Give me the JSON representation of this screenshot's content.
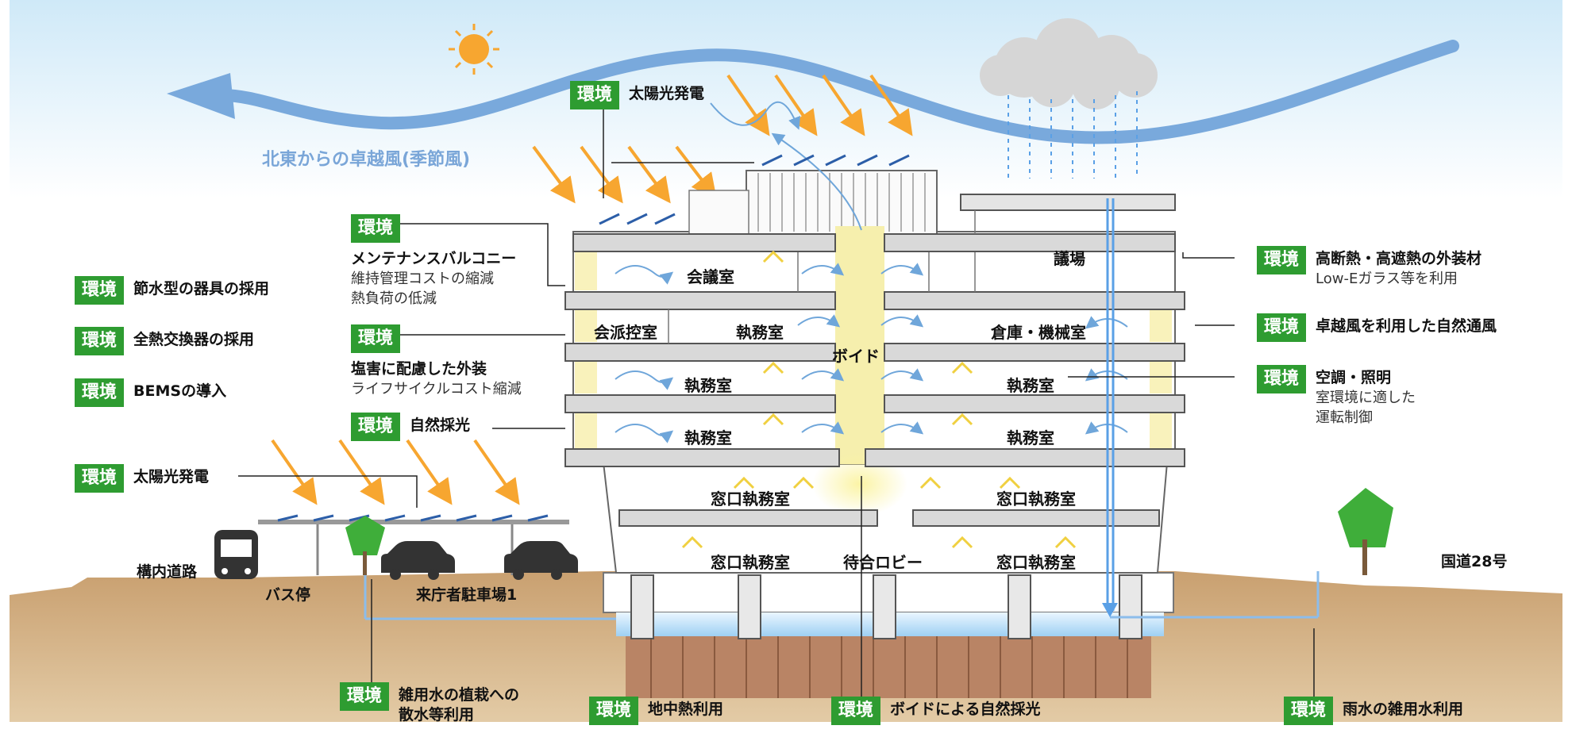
{
  "wind_label": "北東からの卓越風(季節風)",
  "badge": "環境",
  "labels": {
    "solar_roof": {
      "main": "太陽光発電"
    },
    "maint_balcony": {
      "main": "メンテナンスバルコニー",
      "sub1": "維持管理コストの縮減",
      "sub2": "熱負荷の低減"
    },
    "salt": {
      "main": "塩害に配慮した外装",
      "sub1": "ライフサイクルコスト縮減"
    },
    "daylight": {
      "main": "自然採光"
    },
    "water_saving": {
      "main": "節水型の器具の採用"
    },
    "heat_exchanger": {
      "main": "全熱交換器の採用"
    },
    "bems": {
      "main": "BEMSの導入"
    },
    "solar_parking": {
      "main": "太陽光発電"
    },
    "insulation": {
      "main": "高断熱・高遮熱の外装材",
      "sub1": "Low-Eガラス等を利用"
    },
    "ventilation": {
      "main": "卓越風を利用した自然通風"
    },
    "hvac": {
      "main": "空調・照明",
      "sub1": "室環境に適した",
      "sub2": "運転制御"
    },
    "greywater": {
      "main": "雑用水の植栽への",
      "main2": "散水等利用"
    },
    "geothermal": {
      "main": "地中熱利用"
    },
    "void_light": {
      "main": "ボイドによる自然採光"
    },
    "rainwater": {
      "main": "雨水の雑用水利用"
    }
  },
  "rooms": {
    "conference": "会議室",
    "assembly": "議場",
    "party_room": "会派控室",
    "office": "執務室",
    "storage": "倉庫・機械室",
    "void": "ボイド",
    "counter_office": "窓口執務室",
    "lobby": "待合ロビー"
  },
  "places": {
    "campus_road": "構内道路",
    "bus_stop": "バス停",
    "parking": "来庁者駐車場1",
    "national_road": "国道28号"
  },
  "colors": {
    "env_green": "#2e9c31",
    "sky_top": "#cfe9f8",
    "wind_blue": "#79a9dc",
    "sun_orange": "#f7a630",
    "soil": "#c49a6c",
    "void_yellow": "#f6efad"
  }
}
